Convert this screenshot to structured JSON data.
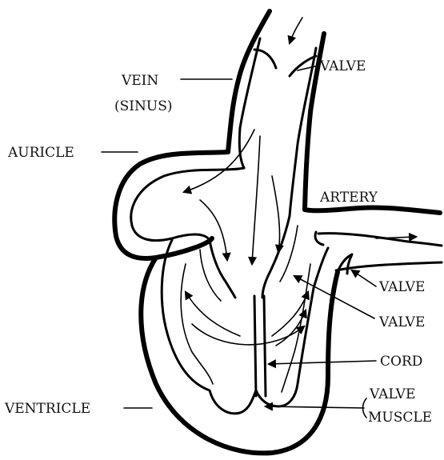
{
  "labels": {
    "vein": "VEIN",
    "sinus": "(SINUS)",
    "valve_top": "VALVE",
    "auricle": "AURICLE",
    "artery": "ARTERY",
    "valve_artery": "VALVE",
    "valve_inner": "VALVE",
    "cord": "CORD",
    "valve_muscle_1": "VALVE",
    "valve_muscle_2": "MUSCLE",
    "ventricle": "VENTRICLE"
  },
  "colors": {
    "ink": "#000000",
    "background": "#ffffff"
  }
}
